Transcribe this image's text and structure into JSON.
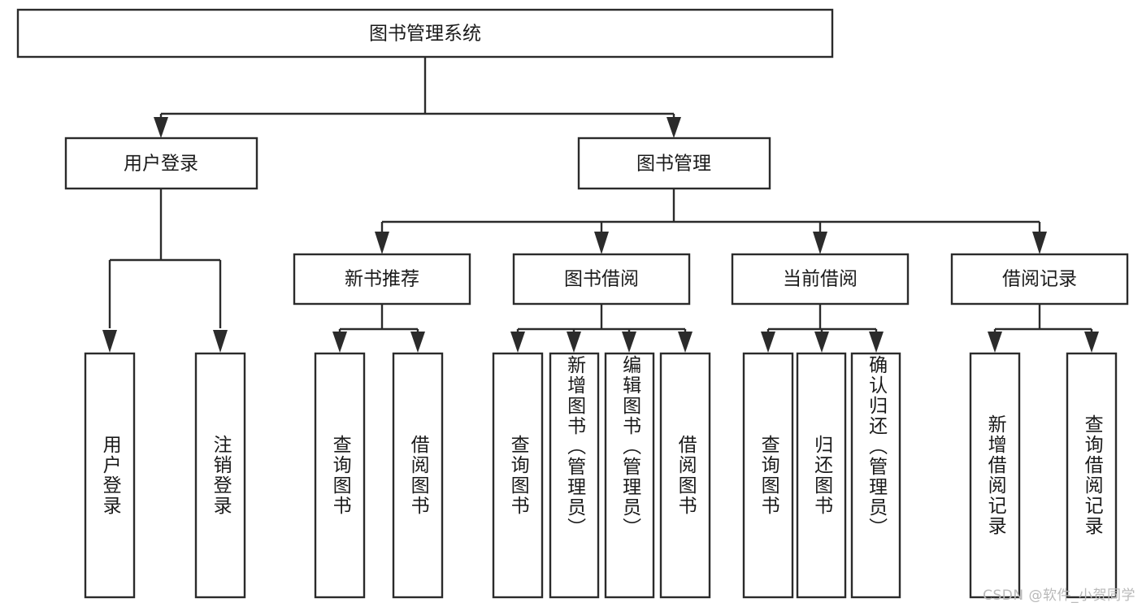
{
  "diagram": {
    "type": "hierarchy-tree",
    "title": "图书管理系统",
    "watermark": "CSDN @软件_小贺同学",
    "colors": {
      "box_stroke": "#2b2b2b",
      "box_fill": "#ffffff",
      "text": "#1a1a1a",
      "background": "#ffffff",
      "watermark": "#b9b9b9"
    },
    "levels": {
      "root": {
        "label": "图书管理系统"
      },
      "level2": [
        {
          "label": "用户登录"
        },
        {
          "label": "图书管理"
        }
      ],
      "level3": [
        {
          "label": "新书推荐",
          "parent": "图书管理"
        },
        {
          "label": "图书借阅",
          "parent": "图书管理"
        },
        {
          "label": "当前借阅",
          "parent": "图书管理"
        },
        {
          "label": "借阅记录",
          "parent": "图书管理"
        }
      ],
      "leaves": {
        "用户登录": [
          {
            "label": "用户登录"
          },
          {
            "label": "注销登录"
          }
        ],
        "新书推荐": [
          {
            "label": "查询图书"
          },
          {
            "label": "借阅图书"
          }
        ],
        "图书借阅": [
          {
            "label": "查询图书"
          },
          {
            "label": "新增图书（管理员）"
          },
          {
            "label": "编辑图书（管理员）"
          },
          {
            "label": "借阅图书"
          }
        ],
        "当前借阅": [
          {
            "label": "查询图书"
          },
          {
            "label": "归还图书"
          },
          {
            "label": "确认归还（管理员）"
          }
        ],
        "借阅记录": [
          {
            "label": "新增借阅记录"
          },
          {
            "label": "查询借阅记录"
          }
        ]
      }
    }
  }
}
